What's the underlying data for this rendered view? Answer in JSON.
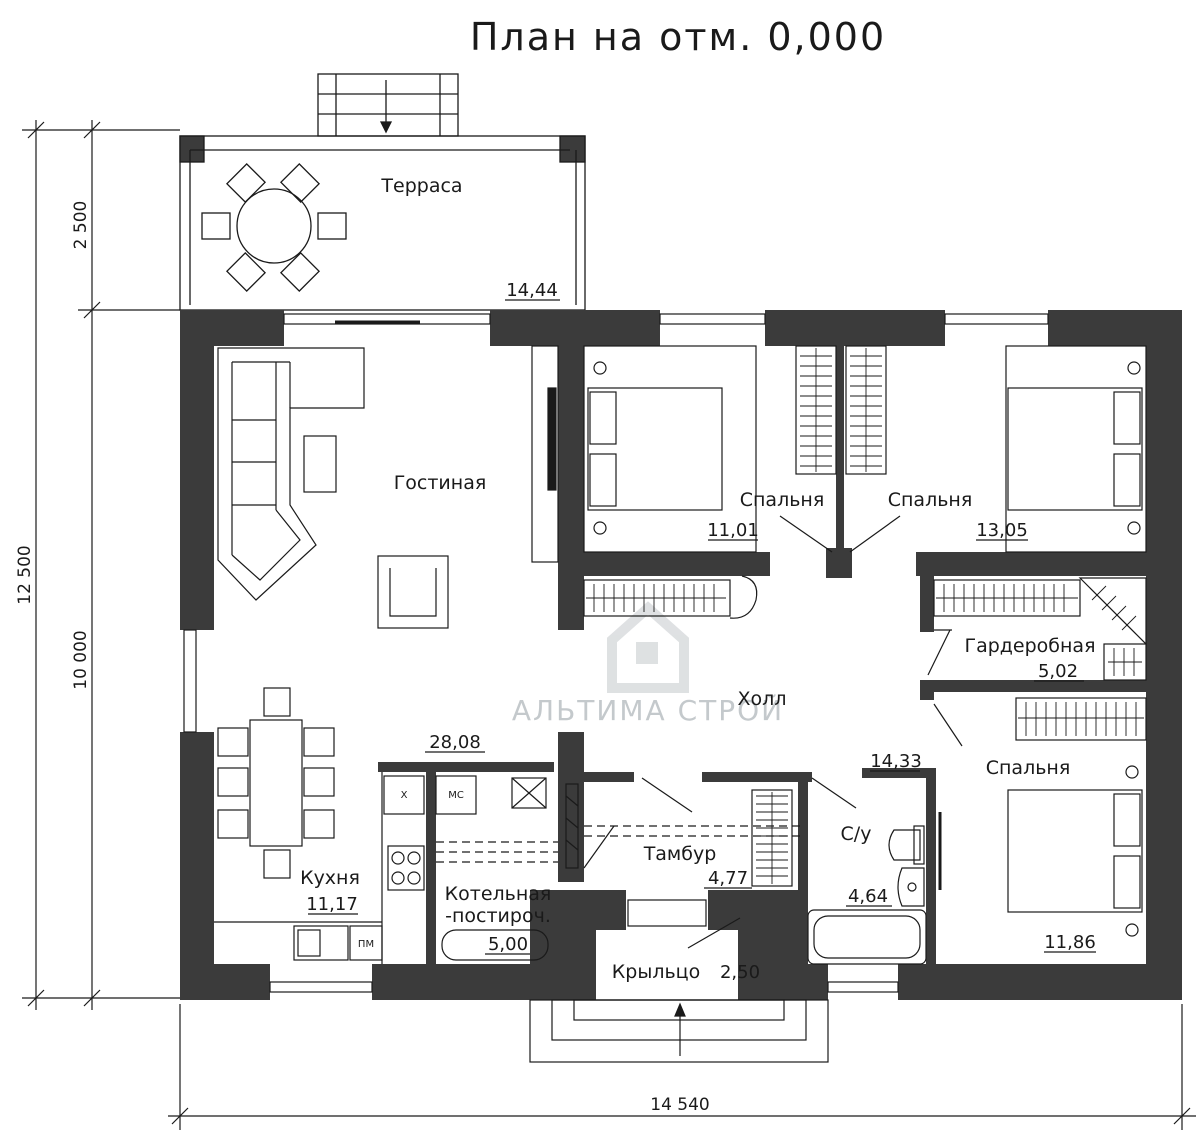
{
  "title": "План на отм. 0,000",
  "rooms": {
    "terrace": {
      "name": "Терраса",
      "area": "14,44"
    },
    "living": {
      "name": "Гостиная",
      "area": "28,08"
    },
    "bedroom1": {
      "name": "Спальня",
      "area": "11,01"
    },
    "bedroom2": {
      "name": "Спальня",
      "area": "13,05"
    },
    "wardrobe": {
      "name": "Гардеробная",
      "area": "5,02"
    },
    "hall": {
      "name": "Холл",
      "area": "14,33"
    },
    "bedroom3": {
      "name": "Спальня",
      "area": "11,86"
    },
    "bathroom": {
      "name": "С/у",
      "area": "4,64"
    },
    "vestibule": {
      "name": "Тамбур",
      "area": "4,77"
    },
    "boiler": {
      "name_line1": "Котельная",
      "name_line2": "-постироч.",
      "area": "5,00"
    },
    "kitchen": {
      "name": "Кухня",
      "area": "11,17"
    },
    "porch": {
      "name": "Крыльцо",
      "area": "2,50"
    }
  },
  "appliances": {
    "fridge": "Х",
    "washer": "МС",
    "dishwasher": "ПМ"
  },
  "dimensions": {
    "left_total": "12 500",
    "left_terrace": "2 500",
    "left_house": "10 000",
    "bottom_total": "14 540"
  },
  "watermark": "АЛЬТИМА СТРОЙ",
  "colors": {
    "wall": "#3b3b3b",
    "line": "#1a1a1a",
    "watermark": "#c4c9cc"
  }
}
